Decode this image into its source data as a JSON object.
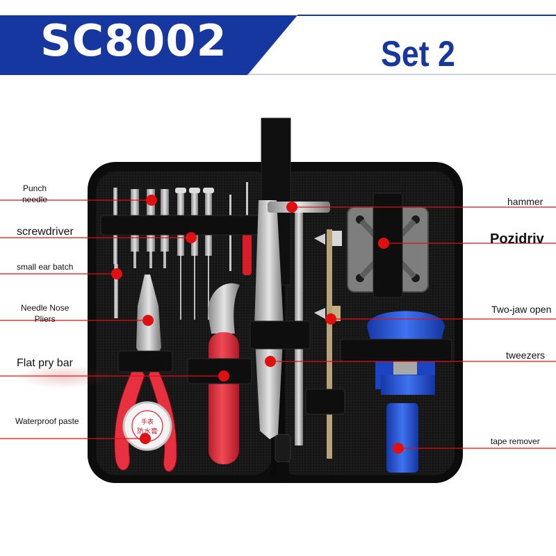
{
  "header": {
    "model": "SC8002",
    "set": "Set 2",
    "colors": {
      "banner": "#1737a0",
      "accent_line": "#1737a0"
    }
  },
  "jar_text": [
    "手表",
    "防水膏"
  ],
  "labels": {
    "punch_needle": [
      "Punch",
      "needle"
    ],
    "screwdriver": "screwdriver",
    "small_ear_batch": "small ear batch",
    "needle_nose_pliers": [
      "Needle Nose",
      "Pliers"
    ],
    "flat_pry_bar": "Flat pry bar",
    "waterproof_paste": "Waterproof paste",
    "hammer": "hammer",
    "pozidriv": "Pozidriv",
    "two_jaw_open": "Two-jaw open",
    "tweezers": "tweezers",
    "tape_remover": "tape remover"
  },
  "colors": {
    "callout": "#e01010",
    "case": "#121212",
    "handle_red": "#e8303c",
    "tool_blue": "#1f4fd8"
  }
}
